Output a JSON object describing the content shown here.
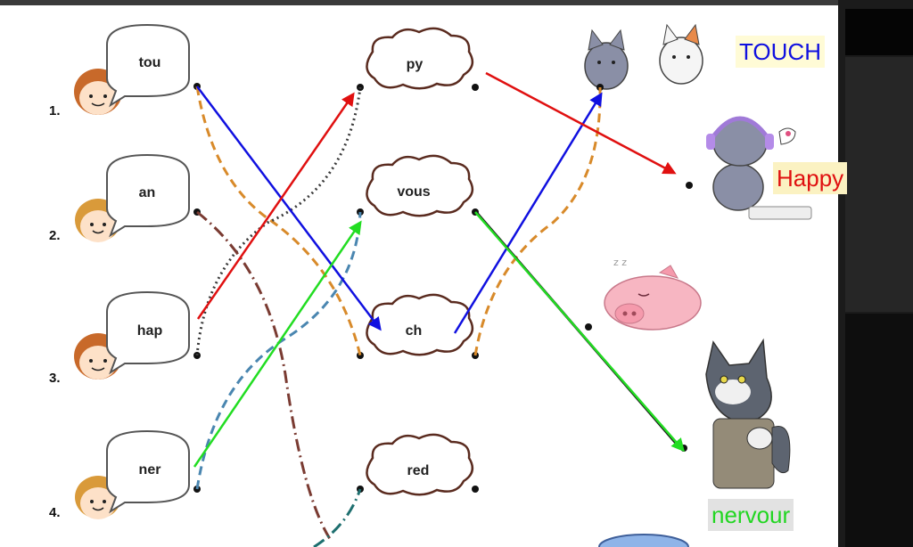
{
  "worksheet": {
    "numbers": [
      "1.",
      "2.",
      "3.",
      "4."
    ],
    "left_bubbles": [
      "tou",
      "an",
      "hap",
      "ner"
    ],
    "middle_clouds": [
      "py",
      "vous",
      "ch",
      "red"
    ]
  },
  "answer_labels": [
    {
      "text": "TOUCH",
      "color": "#1010e0",
      "bg": "#fffbd6"
    },
    {
      "text": "Happy",
      "color": "#e01010",
      "bg": "#fbf2c2"
    },
    {
      "text": "nervour",
      "color": "#22d622",
      "bg": "#e2e2e2"
    }
  ],
  "pictures": [
    "cats-touching",
    "cat-with-headphones",
    "sleeping-pig",
    "nervous-tom-cat",
    "blue-creature"
  ],
  "colors": {
    "arrow_blue": "#1010e0",
    "arrow_red": "#e01010",
    "arrow_green": "#22dd22",
    "dash_orange": "#d88a2a",
    "dot_dark": "#3a3a3a",
    "dashdot_brown": "#7a3b32",
    "dash_steelblue": "#4a86b0",
    "dashdot_teal": "#1e6f6f",
    "right_panel": "#1b1b1b"
  }
}
